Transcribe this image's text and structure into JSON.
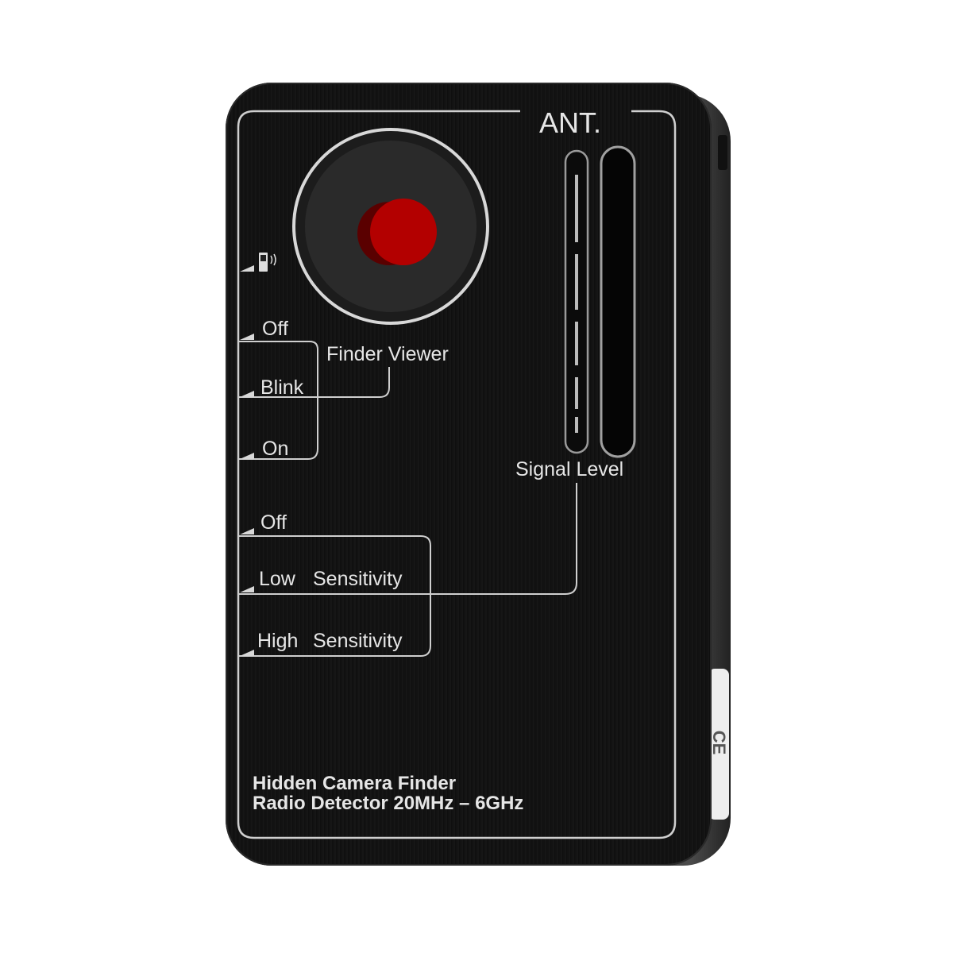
{
  "device": {
    "antenna_label": "ANT.",
    "finder_viewer_label": "Finder Viewer",
    "finder_modes": [
      "Off",
      "Blink",
      "On"
    ],
    "signal_level_label": "Signal Level",
    "sensitivity_modes": [
      {
        "level": "Off",
        "suffix": ""
      },
      {
        "level": "Low",
        "suffix": "Sensitivity"
      },
      {
        "level": "High",
        "suffix": "Sensitivity"
      }
    ],
    "product_name": "Hidden Camera Finder",
    "product_desc": "Radio Detector 20MHz – 6GHz",
    "cert_mark": "CE",
    "colors": {
      "body": "#141414",
      "lens": "#b30000",
      "print": "#e6e6e6"
    }
  }
}
